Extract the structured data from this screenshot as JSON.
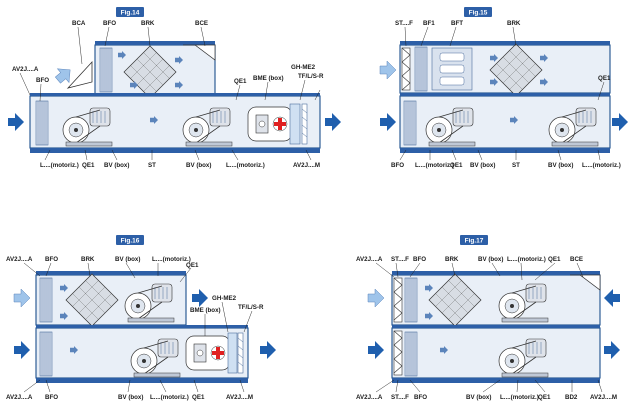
{
  "figures": [
    {
      "id": "fig14",
      "badge": "Fig.14",
      "labels": {
        "av2j_a": "AV2J....A",
        "bca": "BCA",
        "bfo_top": "BFO",
        "brk": "BRK",
        "bce": "BCE",
        "bfo_left": "BFO",
        "qe1_top": "QE1",
        "bme": "BME (box)",
        "gh": "GH-ME2",
        "tf": "TF/L/S-R",
        "l_bottom": "L....(motoriz.)",
        "qe1_bottom": "QE1",
        "bv_left": "BV (box)",
        "st": "ST",
        "bv_right": "BV (box)",
        "l_bottom2": "L....(motoriz.)",
        "av2j_m": "AV2J....M"
      }
    },
    {
      "id": "fig15",
      "badge": "Fig.15",
      "labels": {
        "stf": "ST....F",
        "bf1": "BF1",
        "bft": "BFT",
        "brk": "BRK",
        "qe1": "QE1",
        "bfo": "BFO",
        "l1": "L....(motoriz.)",
        "qe1b": "QE1",
        "bv1": "BV (box)",
        "st": "ST",
        "bv2": "BV (box)",
        "l2": "L....(motoriz.)"
      }
    },
    {
      "id": "fig16",
      "badge": "Fig.16",
      "labels": {
        "av2j_a": "AV2J....A",
        "bfo": "BFO",
        "brk": "BRK",
        "bv_top": "BV (box)",
        "l_top": "L....(motoriz.)",
        "qe1_top": "QE1",
        "gh": "GH-ME2",
        "bme": "BME (box)",
        "tf": "TF/L/S-R",
        "av2j_a_bottom": "AV2J....A",
        "bfo_bottom": "BFO",
        "bv_bottom": "BV (box)",
        "l_bottom": "L....(motoriz.)",
        "qe1_bottom": "QE1",
        "av2j_m": "AV2J....M"
      }
    },
    {
      "id": "fig17",
      "badge": "Fig.17",
      "labels": {
        "av2j_a": "AV2J....A",
        "stf": "ST....F",
        "bfo": "BFO",
        "brk": "BRK",
        "bv": "BV (box)",
        "l": "L....(motoriz.)",
        "qe1": "QE1",
        "bce": "BCE",
        "av2j_a_bottom": "AV2J....A",
        "stf_bottom": "ST....F",
        "bfo_bottom": "BFO",
        "bv_bottom": "BV (box)",
        "l_bottom": "L....(motoriz.)",
        "qe1_bottom": "QE1",
        "bd2": "BD2",
        "av2j_m": "AV2J....M"
      }
    }
  ],
  "colors": {
    "frame": "#1d4f8c",
    "badge": "#2d5fa7",
    "flow": "#1f5fae",
    "flow_light": "#9fc4ea",
    "heater_cross": "#e02020"
  }
}
